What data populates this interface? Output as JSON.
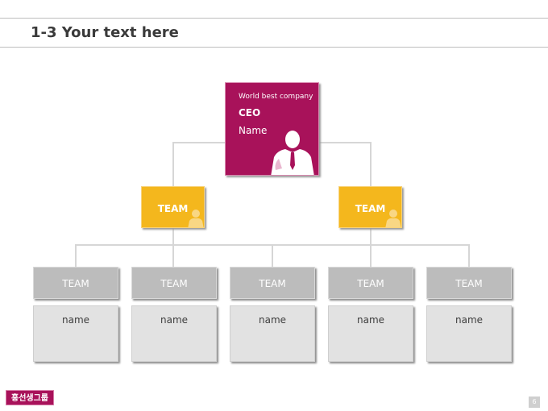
{
  "slide": {
    "title": "1-3 Your text here",
    "page_number": "6",
    "logo_text": "홍선생그룹"
  },
  "colors": {
    "ceo": "#a8125a",
    "team": "#f4b71d",
    "sub_head": "#bcbcbc",
    "sub_body": "#e2e2e2",
    "connector": "#d6d6d6"
  },
  "org": {
    "ceo": {
      "tagline": "World best company",
      "title": "CEO",
      "name": "Name"
    },
    "teams": [
      {
        "label": "TEAM"
      },
      {
        "label": "TEAM"
      }
    ],
    "subteams": [
      {
        "label": "TEAM",
        "name": "name"
      },
      {
        "label": "TEAM",
        "name": "name"
      },
      {
        "label": "TEAM",
        "name": "name"
      },
      {
        "label": "TEAM",
        "name": "name"
      },
      {
        "label": "TEAM",
        "name": "name"
      }
    ]
  }
}
